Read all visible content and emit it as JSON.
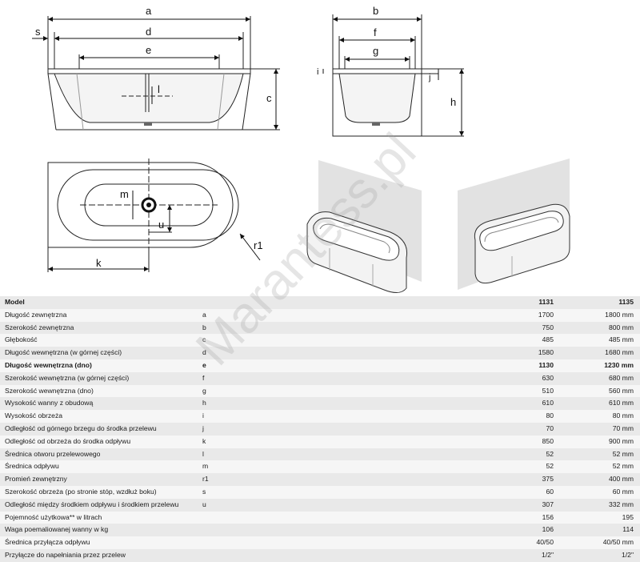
{
  "drawing_labels": {
    "a": "a",
    "b": "b",
    "c": "c",
    "d": "d",
    "e": "e",
    "f": "f",
    "g": "g",
    "h": "h",
    "i": "i",
    "j": "j",
    "k": "k",
    "l": "l",
    "m": "m",
    "u": "u",
    "s": "s",
    "r1": "r1"
  },
  "watermark": "Marantess.pl",
  "table": {
    "header": {
      "label": "Model",
      "v1": "1131",
      "v2": "1135"
    },
    "rows": [
      {
        "name": "Długość zewnętrzna",
        "sym": "a",
        "v1": "1700",
        "v2": "1800 mm"
      },
      {
        "name": "Szerokość zewnętrzna",
        "sym": "b",
        "v1": "750",
        "v2": "800 mm"
      },
      {
        "name": "Głębokość",
        "sym": "c",
        "v1": "485",
        "v2": "485 mm"
      },
      {
        "name": "Długość wewnętrzna (w górnej części)",
        "sym": "d",
        "v1": "1580",
        "v2": "1680 mm"
      },
      {
        "name": "Długość wewnętrzna (dno)",
        "sym": "e",
        "v1": "1130",
        "v2": "1230 mm",
        "bold": true
      },
      {
        "name": "Szerokość wewnętrzna (w górnej części)",
        "sym": "f",
        "v1": "630",
        "v2": "680 mm"
      },
      {
        "name": "Szerokość wewnętrzna (dno)",
        "sym": "g",
        "v1": "510",
        "v2": "560 mm"
      },
      {
        "name": "Wysokość wanny z obudową",
        "sym": "h",
        "v1": "610",
        "v2": "610 mm"
      },
      {
        "name": "Wysokość obrzeża",
        "sym": "i",
        "v1": "80",
        "v2": "80 mm"
      },
      {
        "name": "Odległość od górnego brzegu do środka przelewu",
        "sym": "j",
        "v1": "70",
        "v2": "70 mm"
      },
      {
        "name": "Odległość od obrzeża do środka odpływu",
        "sym": "k",
        "v1": "850",
        "v2": "900 mm"
      },
      {
        "name": "Średnica otworu przelewowego",
        "sym": "l",
        "v1": "52",
        "v2": "52 mm"
      },
      {
        "name": "Średnica odpływu",
        "sym": "m",
        "v1": "52",
        "v2": "52 mm"
      },
      {
        "name": "Promień zewnętrzny",
        "sym": "r1",
        "v1": "375",
        "v2": "400 mm"
      },
      {
        "name": "Szerokość obrzeża (po stronie stóp, wzdłuż boku)",
        "sym": "s",
        "v1": "60",
        "v2": "60 mm"
      },
      {
        "name": "Odległość między środkiem odpływu i środkiem przelewu",
        "sym": "u",
        "v1": "307",
        "v2": "332 mm"
      },
      {
        "name": "Pojemność użytkowa** w litrach",
        "sym": "",
        "v1": "156",
        "v2": "195"
      },
      {
        "name": "Waga poemaliowanej wanny w kg",
        "sym": "",
        "v1": "106",
        "v2": "114"
      },
      {
        "name": "Średnica przyłącza odpływu",
        "sym": "",
        "v1": "40/50",
        "v2": "40/50 mm"
      },
      {
        "name": "Przyłącze do napełniania przez przelew",
        "sym": "",
        "v1": "1/2\"",
        "v2": "1/2\""
      }
    ]
  }
}
